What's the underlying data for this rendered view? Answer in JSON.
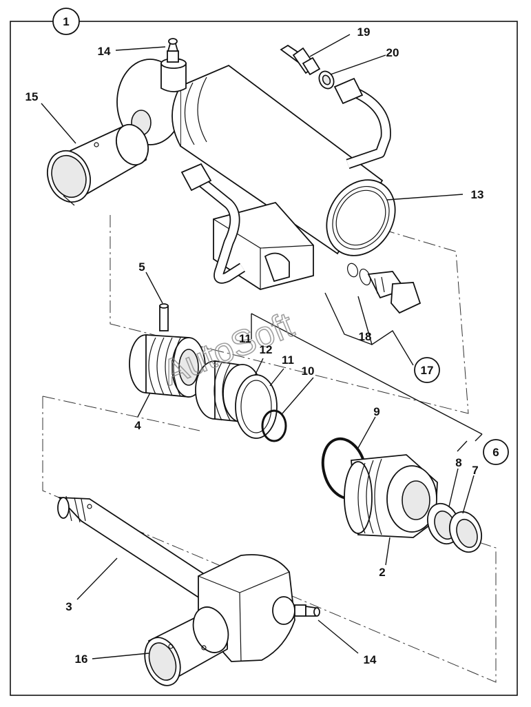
{
  "figure": {
    "number": "1",
    "watermark": "AutoSoft"
  },
  "callouts": {
    "c2": "2",
    "c3": "3",
    "c4": "4",
    "c5": "5",
    "c6": "6",
    "c7": "7",
    "c8": "8",
    "c9": "9",
    "c10": "10",
    "c11a": "11",
    "c11b": "11",
    "c12": "12",
    "c13": "13",
    "c14a": "14",
    "c14b": "14",
    "c15": "15",
    "c16": "16",
    "c17": "17",
    "c18": "18",
    "c19": "19",
    "c20": "20"
  }
}
